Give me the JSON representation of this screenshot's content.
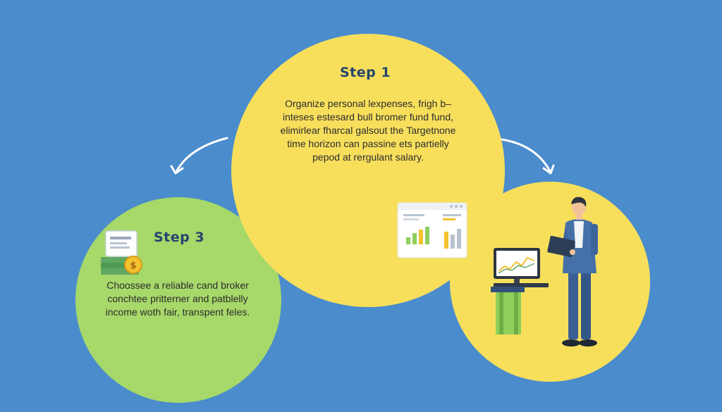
{
  "colors": {
    "background": "#4a8ccc",
    "circle_yellow": "#f7df5c",
    "circle_green": "#a7d86a",
    "title_text": "#26456e",
    "arrow": "#ffffff"
  },
  "step1": {
    "title": "Step 1",
    "lines": [
      "Organize personal lexpenses, frigh b–",
      "inteses estesard bull bromer fund fund,",
      "elimirlear fharcal galsout the Targetnone",
      "time horizon can passine ets partielly",
      "pepod at rergulant salary."
    ]
  },
  "step3": {
    "title": "Step 3",
    "lines": [
      "Choossee a reliable cand broker",
      "conchtee pritterner and patblelly",
      "income woth fair, transpent feles."
    ]
  },
  "icons": {
    "step3": "money-card-coin-icon",
    "dashboard": "dashboard-chart-icon",
    "monitor": "trading-monitor-icon",
    "person": "businessman-tablet-icon",
    "arrows": "curved-arrow-icon"
  }
}
